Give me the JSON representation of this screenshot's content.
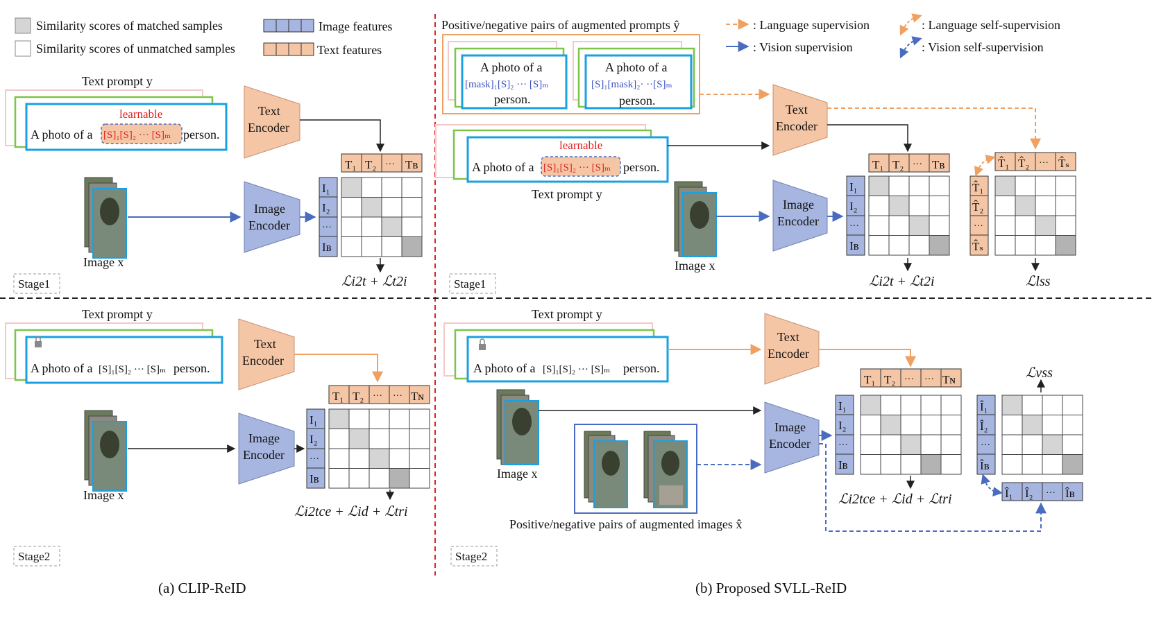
{
  "legend": {
    "matched": "Similarity scores of matched samples",
    "unmatched": "Similarity scores of unmatched samples",
    "image_features": "Image features",
    "text_features": "Text features",
    "pos_neg_prompts": "Positive/negative pairs of augmented prompts ŷ",
    "lang_sup": ": Language supervision",
    "vis_sup": ": Vision supervision",
    "lang_self": ": Language self-supervision",
    "vis_self": ": Vision self-supervision"
  },
  "labels": {
    "text_prompt": "Text prompt y",
    "learnable": "learnable",
    "prompt_prefix": "A photo of a",
    "prompt_suffix": "person.",
    "tokens": "[S]₁[S]₂ ··· [S]ₘ",
    "tokens_frozen": "[S]₁[S]₂ ··· [S]ₘ",
    "aug_prompt1_line1": "A photo of a",
    "aug_prompt1_line2": "[mask]₁[S]₂ ··· [S]ₘ",
    "aug_prompt2_line1": "A photo of a",
    "aug_prompt2_line2": "[S]₁[mask]₂· ··[S]ₘ",
    "aug_person": "person.",
    "text_encoder_1": "Text",
    "text_encoder_2": "Encoder",
    "image_encoder_1": "Image",
    "image_encoder_2": "Encoder",
    "image_x": "Image x",
    "stage1": "Stage1",
    "stage2": "Stage2",
    "pos_neg_images": "Positive/negative pairs of augmented images x̂",
    "caption_a": "(a) CLIP-ReID",
    "caption_b": "(b) Proposed SVLL-ReID"
  },
  "losses": {
    "a1": "ℒi2t + ℒt2i",
    "a2": "ℒi2tce + ℒid + ℒtri",
    "b1": "ℒi2t + ℒt2i",
    "b_lss": "ℒlss",
    "b2": "ℒi2tce + ℒid + ℒtri",
    "b_vss": "ℒvss"
  },
  "feature_labels": {
    "text_B": [
      "T₁",
      "T₂",
      "···",
      "Tʙ"
    ],
    "text_N": [
      "T₁",
      "T₂",
      "···",
      "···",
      "Tɴ"
    ],
    "img_B": [
      "I₁",
      "I₂",
      "···",
      "Iʙ"
    ],
    "text_hat": [
      "T̂₁",
      "T̂₂",
      "···",
      "T̂ₛ"
    ],
    "img_hat": [
      "Î₁",
      "Î₂",
      "···",
      "Îʙ"
    ]
  },
  "colors": {
    "text_feat": "#f5c6a5",
    "img_feat": "#a7b6e0",
    "orange": "#f0a060",
    "blue": "#4a6cc0",
    "red": "#e02020",
    "cyan": "#1aa0e0",
    "green": "#7cc44a",
    "pink": "#f3c8c8",
    "gray": "#d5d5d5",
    "darkgray": "#b3b3b3"
  }
}
